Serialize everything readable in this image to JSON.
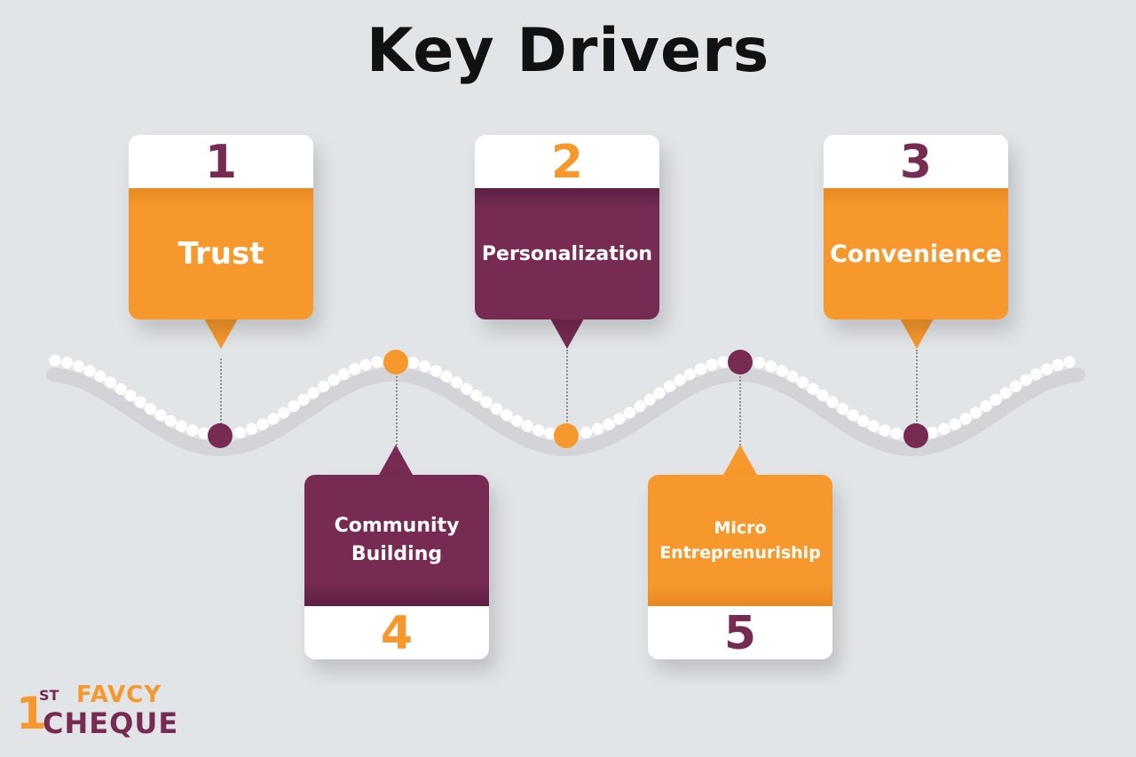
{
  "title": "Key Drivers",
  "colors": {
    "orange": "#f7982c",
    "plum": "#772b53",
    "background": "#e2e5e8"
  },
  "drivers": [
    {
      "number": "1",
      "label": "Trust",
      "color": "orange",
      "position": "above"
    },
    {
      "number": "2",
      "label": "Personalization",
      "color": "plum",
      "position": "above"
    },
    {
      "number": "3",
      "label": "Convenience",
      "color": "orange",
      "position": "above"
    },
    {
      "number": "4",
      "label": "Community Building",
      "color": "plum",
      "position": "below"
    },
    {
      "number": "5",
      "label": "Micro Entreprenuriship",
      "color": "orange",
      "position": "below"
    }
  ],
  "logo": {
    "superscript": "ST",
    "numeral": "1",
    "line1": "FAVCY",
    "line2": "CHEQUE"
  }
}
